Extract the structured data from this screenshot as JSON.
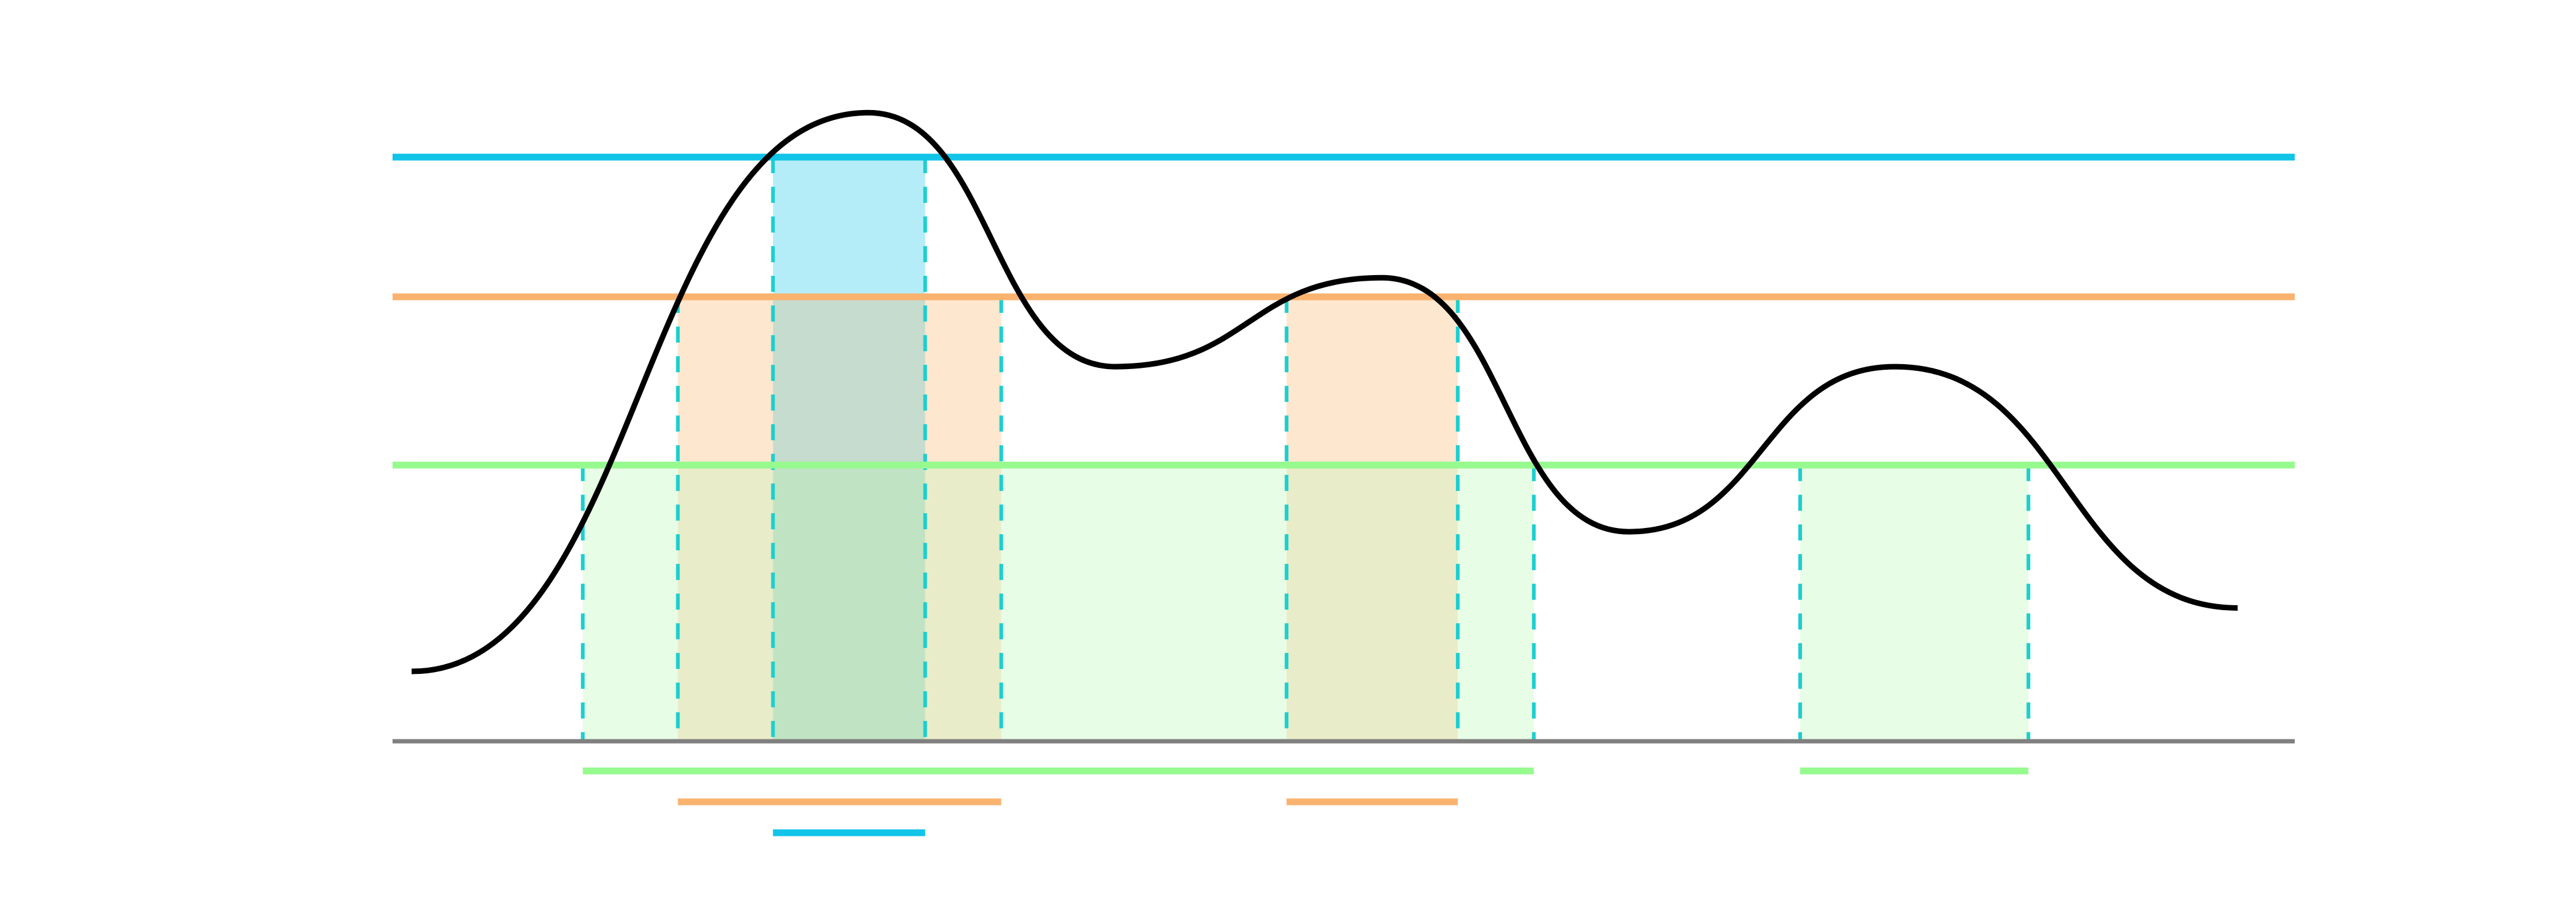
{
  "colors": {
    "background": "#ffffff",
    "curve": "#000000",
    "baseline": "#808080",
    "level_high": "#11c4e8",
    "level_mid": "#f9b36f",
    "level_low": "#97fa8f",
    "fill_high": "#b4edf8",
    "fill_mid": "#fde7cf",
    "fill_low": "#e8fde5",
    "fill_mid_low": "#e9ecc8",
    "fill_high_mid": "#c6dcce",
    "fill_high_low": "#c0e3c4",
    "dash": "#1ccfcf"
  },
  "levels": [
    {
      "name": "high",
      "value": 0.92,
      "color_key": "level_high"
    },
    {
      "name": "mid",
      "value": 0.7,
      "color_key": "level_mid"
    },
    {
      "name": "low",
      "value": 0.435,
      "color_key": "level_low"
    }
  ],
  "curve_points": [
    [
      0.01,
      0.11
    ],
    [
      0.25,
      0.99
    ],
    [
      0.38,
      0.59
    ],
    [
      0.52,
      0.73
    ],
    [
      0.65,
      0.33
    ],
    [
      0.79,
      0.59
    ],
    [
      0.97,
      0.21
    ]
  ],
  "intervals": {
    "high": [
      [
        0.2,
        0.28
      ]
    ],
    "mid": [
      [
        0.15,
        0.32
      ],
      [
        0.47,
        0.56
      ]
    ],
    "low": [
      [
        0.1,
        0.6
      ],
      [
        0.74,
        0.86
      ]
    ]
  }
}
